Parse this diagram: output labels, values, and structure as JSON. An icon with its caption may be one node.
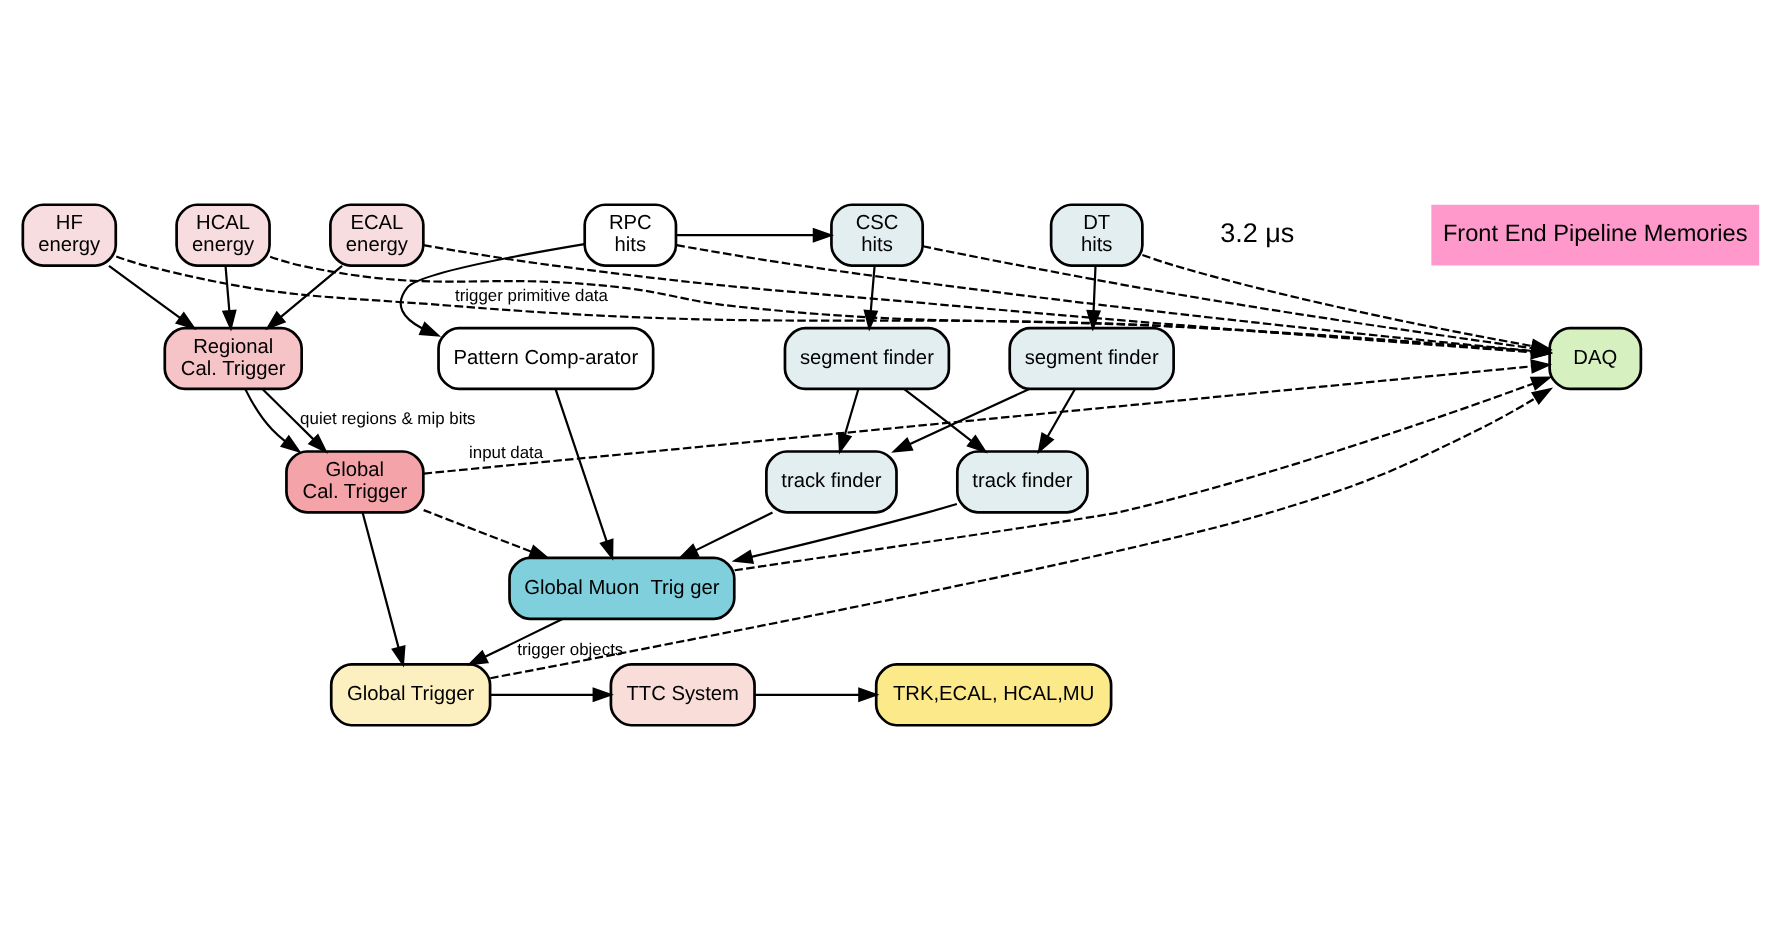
{
  "diagram": {
    "nodes": [
      {
        "text": [
          "Front End Pipeline Memories"
        ]
      },
      {
        "text": [
          "HF",
          "energy"
        ]
      },
      {
        "text": [
          "HCAL",
          "energy"
        ]
      },
      {
        "text": [
          "ECAL",
          "energy"
        ]
      },
      {
        "text": [
          "RPC",
          "hits"
        ]
      },
      {
        "text": [
          "CSC",
          "hits"
        ]
      },
      {
        "text": [
          "DT",
          "hits"
        ]
      },
      {
        "text": [
          "DAQ"
        ]
      },
      {
        "text": [
          "Regional",
          "Cal. Trigger"
        ]
      },
      {
        "text": [
          "segment finder"
        ]
      },
      {
        "text": [
          "segment finder"
        ]
      },
      {
        "text": [
          "Pattern Comp-arator"
        ]
      },
      {
        "text": [
          "Global",
          "Cal. Trigger"
        ]
      },
      {
        "text": [
          "track finder"
        ]
      },
      {
        "text": [
          "track finder"
        ]
      },
      {
        "text": [
          "Global Muon  Trig ger"
        ]
      },
      {
        "text": [
          "Global Trigger"
        ]
      },
      {
        "text": [
          "TTC System"
        ]
      },
      {
        "text": [
          "TRK,ECAL, HCAL,MU"
        ]
      }
    ],
    "edges": [
      {
        "from": 1,
        "to": 7,
        "arrow": "to",
        "style": "dashed",
        "label": "trigger primitive data"
      },
      {
        "from": 2,
        "to": 7,
        "arrow": "to",
        "style": "dashed"
      },
      {
        "from": 3,
        "to": 7,
        "arrow": "to",
        "style": "dashed"
      },
      {
        "from": 4,
        "to": 7,
        "arrow": "to",
        "style": "dashed"
      },
      {
        "from": 5,
        "to": 7,
        "arrow": "to",
        "style": "dashed"
      },
      {
        "from": 6,
        "to": 7,
        "arrow": "to",
        "style": "dashed"
      },
      {
        "from": 1,
        "to": 8,
        "arrow": "to"
      },
      {
        "from": 2,
        "to": 8,
        "arrow": "to"
      },
      {
        "from": 3,
        "to": 8,
        "arrow": "to"
      },
      {
        "from": 4,
        "to": 5,
        "arrow": "to"
      },
      {
        "from": 4,
        "to": 11,
        "arrow": "to"
      },
      {
        "from": 5,
        "to": 9,
        "arrow": "to"
      },
      {
        "from": 6,
        "to": 10,
        "arrow": "to"
      },
      {
        "from": 8,
        "to": 12,
        "arrow": "to"
      },
      {
        "from": 8,
        "to": 12,
        "arrow": "to",
        "label": "quiet regions & mip bits"
      },
      {
        "from": 9,
        "to": 13,
        "arrow": "to"
      },
      {
        "from": 9,
        "to": 14,
        "arrow": "to"
      },
      {
        "from": 10,
        "to": 13,
        "arrow": "to"
      },
      {
        "from": 10,
        "to": 14,
        "arrow": "to"
      },
      {
        "from": 12,
        "to": 7,
        "arrow": "to",
        "style": "dashed",
        "label": "input data"
      },
      {
        "from": 12,
        "to": 15,
        "arrow": "to",
        "style": "dashed"
      },
      {
        "from": 11,
        "to": 15,
        "arrow": "to"
      },
      {
        "from": 13,
        "to": 15,
        "arrow": "to"
      },
      {
        "from": 14,
        "to": 15,
        "arrow": "to"
      },
      {
        "from": 15,
        "to": 7,
        "arrow": "to",
        "style": "dashed"
      },
      {
        "from": 12,
        "to": 16,
        "arrow": "to"
      },
      {
        "from": 15,
        "to": 16,
        "arrow": "to"
      },
      {
        "from": 16,
        "to": 7,
        "arrow": "to",
        "style": "dashed",
        "label": "trigger objects"
      },
      {
        "from": 16,
        "to": 17,
        "arrow": "to"
      },
      {
        "from": 17,
        "to": 18,
        "arrow": "to"
      }
    ],
    "labels": [
      "3.2 μs"
    ]
  }
}
